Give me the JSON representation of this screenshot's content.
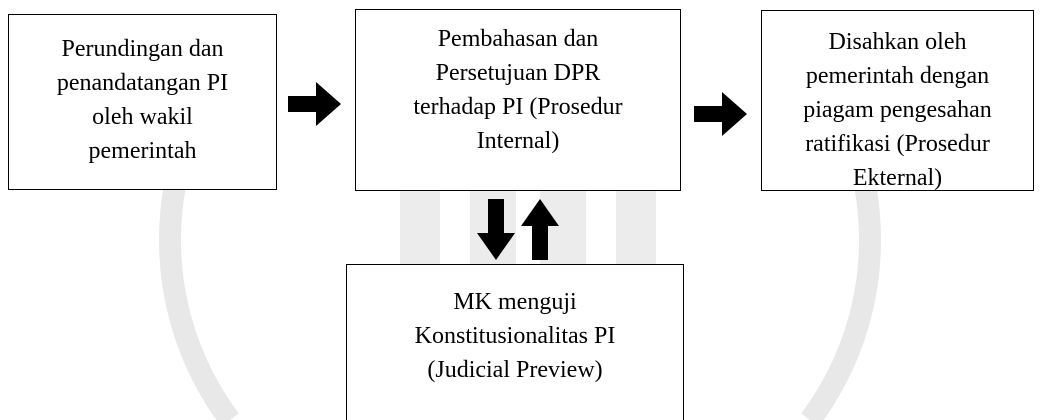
{
  "diagram": {
    "nodes": [
      {
        "id": "negotiation",
        "lines": [
          "Perundingan dan",
          "penandatangan PI",
          "oleh wakil",
          "pemerintah"
        ]
      },
      {
        "id": "dpr-approval",
        "lines": [
          "Pembahasan dan",
          "Persetujuan DPR",
          "terhadap PI (Prosedur",
          "Internal)"
        ]
      },
      {
        "id": "government-ratification",
        "lines": [
          "Disahkan oleh",
          "pemerintah dengan",
          "piagam pengesahan",
          "ratifikasi (Prosedur",
          "Ekternal)"
        ]
      },
      {
        "id": "constitutional-review",
        "lines": [
          "MK menguji",
          "Konstitusionalitas PI",
          "(Judicial Preview)"
        ]
      }
    ],
    "edges": [
      {
        "from": "negotiation",
        "to": "dpr-approval"
      },
      {
        "from": "dpr-approval",
        "to": "government-ratification"
      },
      {
        "from": "dpr-approval",
        "to": "constitutional-review"
      },
      {
        "from": "constitutional-review",
        "to": "dpr-approval"
      }
    ],
    "colors": {
      "border": "#000000",
      "arrow": "#000000",
      "watermark": "#e6e6e6"
    }
  }
}
